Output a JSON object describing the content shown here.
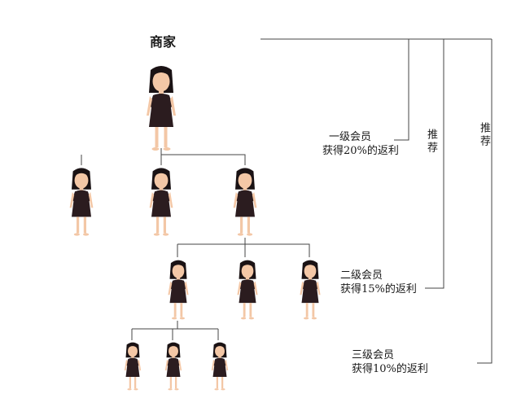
{
  "merchant_label": "商家",
  "levels": [
    {
      "title": "一级会员",
      "desc": "获得20%的返利",
      "count": 3
    },
    {
      "title": "二级会员",
      "desc": "获得15%的返利",
      "count": 3
    },
    {
      "title": "三级会员",
      "desc": "获得10%的返利",
      "count": 3
    }
  ],
  "recommend_labels": [
    "推荐",
    "推荐"
  ],
  "colors": {
    "dress": "#2b1c1f",
    "hair": "#1a1214",
    "skin": "#f3c7a6",
    "line": "#444444"
  },
  "icon": "woman-figure-icon"
}
